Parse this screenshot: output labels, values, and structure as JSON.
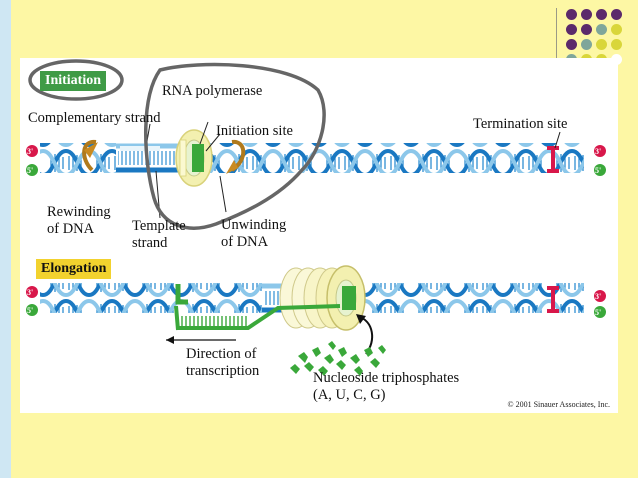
{
  "labels": {
    "initiation": "Initiation",
    "elongation": "Elongation",
    "rna_polymerase": "RNA polymerase",
    "complementary_strand": "Complementary strand",
    "initiation_site": "Initiation site",
    "termination_site": "Termination site",
    "rewinding_1": "Rewinding",
    "rewinding_2": "of DNA",
    "template_1": "Template",
    "template_2": "strand",
    "unwinding_1": "Unwinding",
    "unwinding_2": "of DNA",
    "direction_1": "Direction of",
    "direction_2": "transcription",
    "nucleoside_1": "Nucleoside triphosphates",
    "nucleoside_2": "(A, U, C, G)",
    "three_prime": "3'",
    "five_prime": "5'",
    "copyright": "© 2001 Sinauer Associates, Inc."
  },
  "colors": {
    "background": "#fdf7a4",
    "dna_blue": "#2f8fd1",
    "dna_light": "#a9d5ef",
    "rna_green": "#3aa83a",
    "label_box_green": "#3f9b46",
    "label_box_yellow": "#f2d22e",
    "termination_red": "#d8174a",
    "polymerase_yellow": "#f3f0b0",
    "deco_purple": "#5b2a6b",
    "deco_teal": "#7fa69a",
    "deco_yellow": "#d9d63a",
    "annotation_gray": "#666666"
  }
}
